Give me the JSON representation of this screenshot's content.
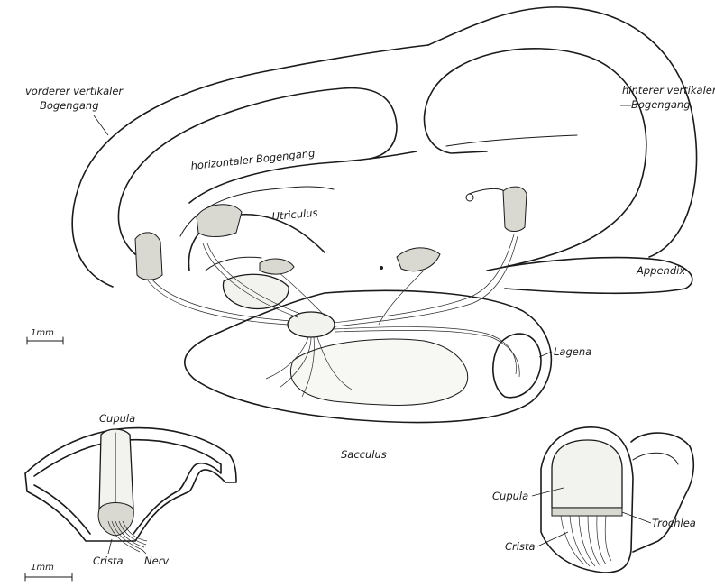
{
  "main_figure": {
    "labels": {
      "anterior_canal": [
        "vorderer vertikaler",
        "Bogengang"
      ],
      "posterior_canal": [
        "hinterer vertikaler",
        "Bogengang"
      ],
      "horizontal_canal": "horizontaler Bogengang",
      "utriculus": "Utriculus",
      "appendix": "Appendix",
      "lagena": "Lagena",
      "sacculus": "Sacculus"
    },
    "scale_bar": "1mm"
  },
  "crista_figure": {
    "labels": {
      "cupula": "Cupula",
      "crista": "Crista",
      "nerv": "Nerv"
    },
    "scale_bar": "1mm"
  },
  "trochlea_figure": {
    "labels": {
      "cupula": "Cupula",
      "trochlea": "Trochlea",
      "crista": "Crista"
    }
  }
}
